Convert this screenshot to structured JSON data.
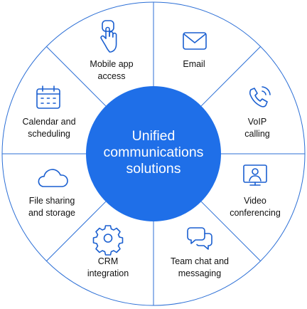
{
  "diagram": {
    "center": {
      "lines": [
        "Unified",
        "communications",
        "solutions"
      ]
    },
    "segments": [
      {
        "id": "mobile-app-access",
        "icon": "touch-hand-icon",
        "lines": [
          "Mobile app",
          "access"
        ]
      },
      {
        "id": "email",
        "icon": "envelope-icon",
        "lines": [
          "Email"
        ]
      },
      {
        "id": "voip-calling",
        "icon": "phone-call-icon",
        "lines": [
          "VoIP",
          "calling"
        ]
      },
      {
        "id": "video-conferencing",
        "icon": "video-presenter-icon",
        "lines": [
          "Video",
          "conferencing"
        ]
      },
      {
        "id": "team-chat-messaging",
        "icon": "chat-bubbles-icon",
        "lines": [
          "Team chat and",
          "messaging"
        ]
      },
      {
        "id": "crm-integration",
        "icon": "gear-icon",
        "lines": [
          "CRM",
          "integration"
        ]
      },
      {
        "id": "file-sharing-storage",
        "icon": "cloud-icon",
        "lines": [
          "File sharing",
          "and storage"
        ]
      },
      {
        "id": "calendar-scheduling",
        "icon": "calendar-icon",
        "lines": [
          "Calendar and",
          "scheduling"
        ]
      }
    ]
  },
  "colors": {
    "accent": "#1f6fe8",
    "ring_stroke": "#2c6fd6",
    "icon": "#1a5fd0",
    "text": "#111111"
  }
}
